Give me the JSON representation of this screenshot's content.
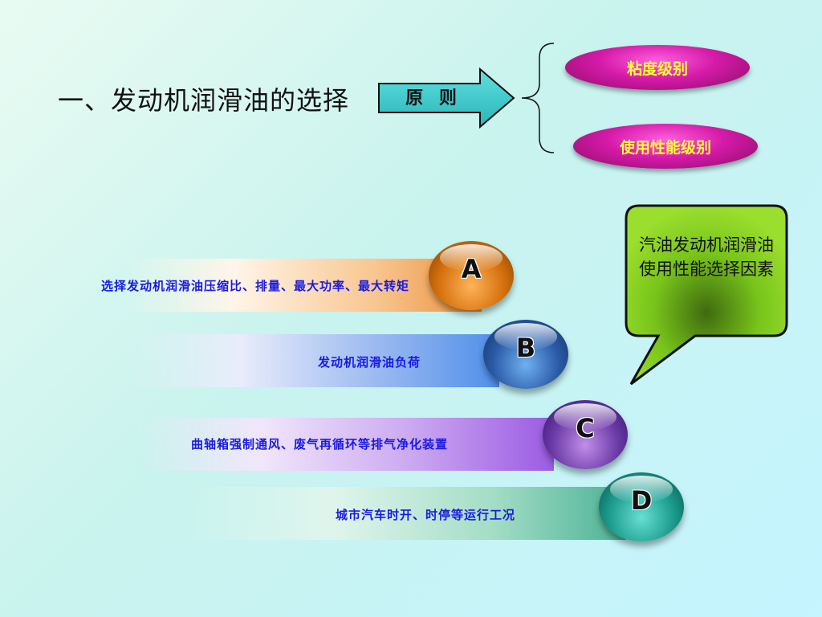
{
  "title": "一、发动机润滑油的选择",
  "principle_arrow": {
    "label": "原 则"
  },
  "principles": [
    {
      "label": "粘度级别"
    },
    {
      "label": "使用性能级别"
    }
  ],
  "callout": {
    "text": "汽油发动机润滑油使用性能选择因素"
  },
  "factors": [
    {
      "letter": "A",
      "text": "选择发动机润滑油压缩比、排量、最大功率、最大转矩"
    },
    {
      "letter": "B",
      "text": "发动机润滑油负荷"
    },
    {
      "letter": "C",
      "text": "曲轴箱强制通风、废气再循环等排气净化装置"
    },
    {
      "letter": "D",
      "text": "城市汽车时开、时停等运行工况"
    }
  ],
  "colors": {
    "pill": "#d51aa8",
    "pill_text": "#ffff3a",
    "arrow": "#3cc8c8",
    "callout": "#7ec81e",
    "factor_text": "#1a1ae0",
    "ball_a": "#d5700c",
    "ball_b": "#2a5aa6",
    "ball_c": "#6a3aa6",
    "ball_d": "#1a9a8c"
  }
}
